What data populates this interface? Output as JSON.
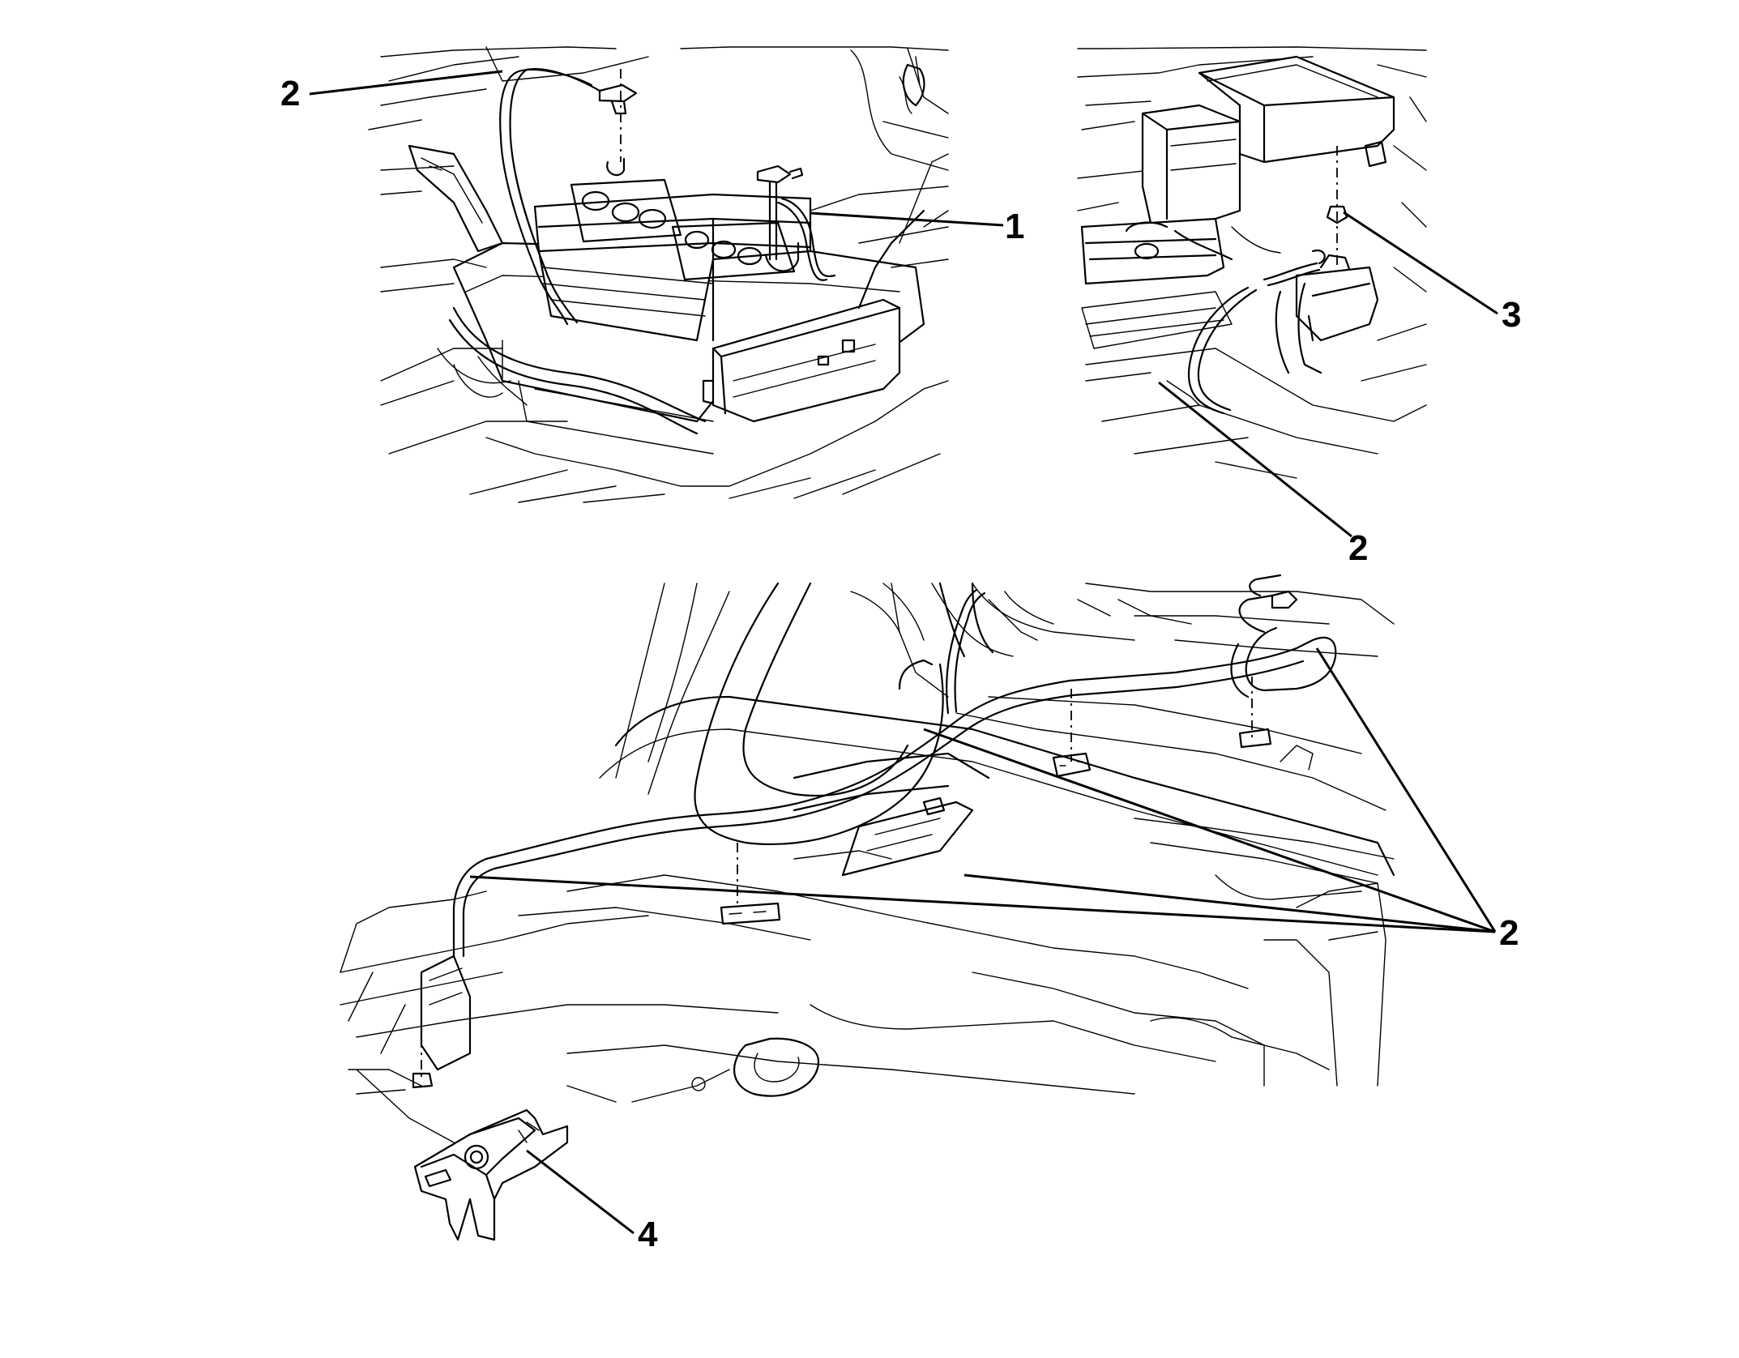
{
  "callouts": [
    {
      "id": "c1",
      "text": "1"
    },
    {
      "id": "c2a",
      "text": "2"
    },
    {
      "id": "c2b",
      "text": "2"
    },
    {
      "id": "c2c",
      "text": "2"
    },
    {
      "id": "c3",
      "text": "3"
    },
    {
      "id": "c4",
      "text": "4"
    }
  ],
  "colors": {
    "line": "#000000",
    "background": "#ffffff"
  }
}
